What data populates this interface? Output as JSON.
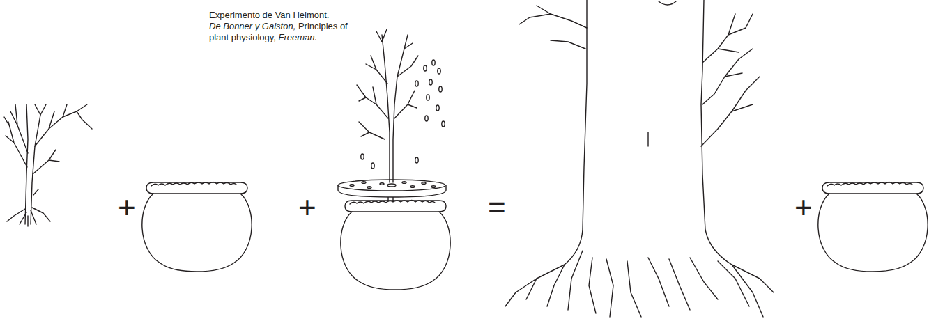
{
  "diagram": {
    "labels": [
      "Experimento de Van Helmont.",
      "De Bonner y Galston,",
      "Principles of plant physiology,",
      "Freeman.",
      "+",
      "+",
      "=",
      "+"
    ]
  }
}
